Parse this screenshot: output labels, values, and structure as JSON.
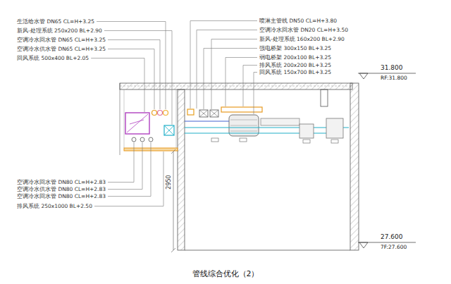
{
  "diagram": {
    "caption": "管线综合优化（2）",
    "labels": [
      "生活给水管 DN65 CL=H+3.25",
      "新风-处理系统 250x200 BL+2.90",
      "空调冷水回水管 DN65 CL=H+3.25",
      "空调冷水供水管 DN65 CL=H+3.25",
      "回风系统 500x400 BL+2.05",
      "喷淋主管线 DN50 CL=H+3.80",
      "空调冷水回水管 DN20 CL=H+3.50",
      "新风-处理系统 160x200 BL+2.90",
      "强电桥架 300x150 BL+3.25",
      "弱电桥架 200x100 BL+3.25",
      "排风系统 200x200 BL+3.25",
      "回风系统 150x700 BL+3.25",
      "空调冷水回水管 DN80 CL=H+2.83",
      "空调冷水供水管 DN80 CL=H+2.83",
      "空调冷水回水管 DN80 CL=H+2.83",
      "排风系统 250x1000 BL+2.50",
      "2950",
      "31.800",
      "RF:31.800",
      "27.600",
      "7F:27.600"
    ]
  }
}
